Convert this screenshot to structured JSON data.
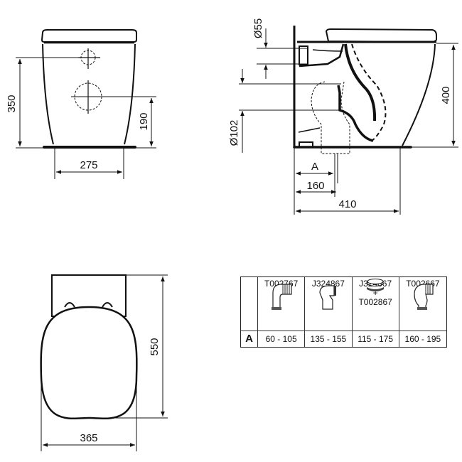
{
  "front_view": {
    "dim_height_inlet": "350",
    "dim_height_outlet": "190",
    "dim_width_base": "275"
  },
  "side_view": {
    "dim_inlet_diameter": "Ø55",
    "dim_outlet_diameter": "Ø102",
    "dim_height": "400",
    "dim_a": "A",
    "dim_outlet_distance": "160",
    "dim_depth": "410"
  },
  "top_view": {
    "dim_length": "550",
    "dim_width": "365"
  },
  "connector_table": {
    "row_label": "A",
    "columns": [
      {
        "code": "T002767",
        "code2": "",
        "plus": "",
        "range": "60 - 105",
        "icon": "elbow-connector-icon"
      },
      {
        "code": "J324867",
        "code2": "",
        "plus": "",
        "range": "135 - 155",
        "icon": "offset-connector-icon"
      },
      {
        "code": "J324867",
        "plus": "+",
        "code2": "T002867",
        "range": "115 - 175",
        "icon": "seal-ring-icon"
      },
      {
        "code": "T002667",
        "code2": "",
        "plus": "",
        "range": "160 - 195",
        "icon": "s-trap-connector-icon"
      }
    ]
  }
}
